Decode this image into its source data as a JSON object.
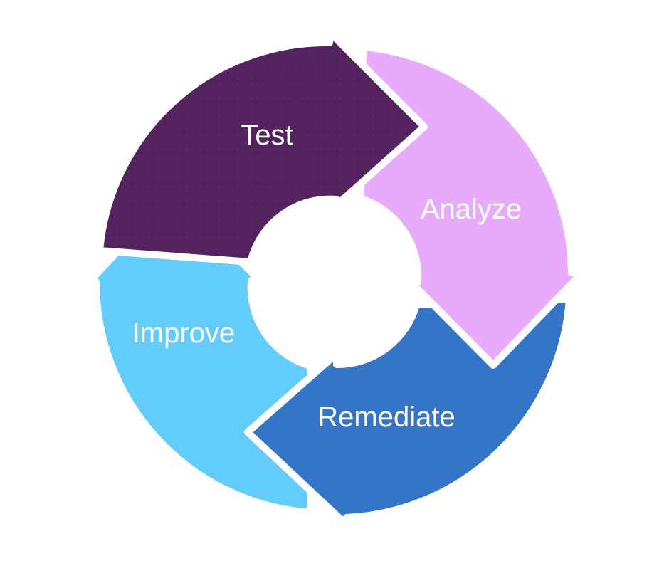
{
  "diagram": {
    "segments": [
      {
        "label": "Test",
        "color": "#53225f"
      },
      {
        "label": "Analyze",
        "color": "#e8abfb"
      },
      {
        "label": "Remediate",
        "color": "#3575c7"
      },
      {
        "label": "Improve",
        "color": "#62ccfc"
      }
    ],
    "background": "#ffffff"
  }
}
